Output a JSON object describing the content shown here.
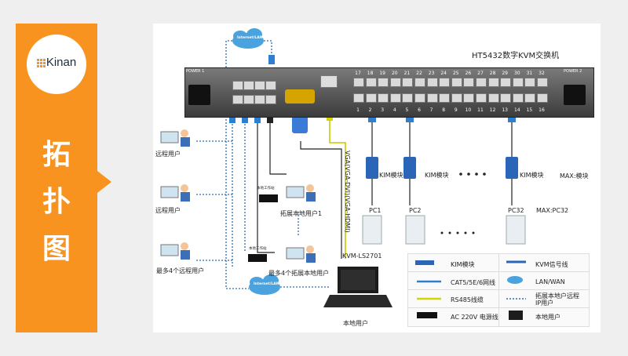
{
  "sidebar": {
    "logo_text": "Kinan",
    "title_chars": [
      "拓",
      "扑",
      "图"
    ],
    "accent": "#f7931e"
  },
  "diagram": {
    "device_title": "HT5432数字KVM交换机",
    "internet_label_top": "Internet/LAN",
    "internet_label_bottom": "Internet/LAN",
    "port_numbers_top": [
      "17",
      "18",
      "19",
      "20",
      "21",
      "22",
      "23",
      "24",
      "25",
      "26",
      "27",
      "28",
      "29",
      "30",
      "31",
      "32"
    ],
    "port_numbers_bottom": [
      "1",
      "2",
      "3",
      "4",
      "5",
      "6",
      "7",
      "8",
      "9",
      "10",
      "11",
      "12",
      "13",
      "14",
      "15",
      "16"
    ],
    "remote_user_1": "远程用户",
    "remote_user_2": "远程用户",
    "remote_user_max": "最多4个远程用户",
    "ext_local_user_1": "拓展本地用户1",
    "ext_local_user_max": "最多4个拓展本地用户",
    "workstation_1": "本地工作站",
    "workstation_2": "本地工作站",
    "vga_label": "VGA(VGA-DVI)(VGA-HDMI)",
    "console_model": "KVM-LS2701",
    "local_user": "本地用户",
    "kim_1": "KIM模块",
    "kim_2": "KIM模块",
    "kim_3": "KIM模块",
    "kim_max": "MAX:模块",
    "pc1": "PC1",
    "pc2": "PC2",
    "pc32": "PC32",
    "pc_max": "MAX:PC32",
    "power1": "POWER 1",
    "power2": "POWER 2"
  },
  "legend": {
    "items": [
      {
        "label": "KIM模块"
      },
      {
        "label": "KVM信号线"
      },
      {
        "label": "CAT5/5E/6网线"
      },
      {
        "label": "LAN/WAN"
      },
      {
        "label": "RS485线缆"
      },
      {
        "label": "拓展本地户远程IP用户"
      },
      {
        "label": "AC 220V 电源线"
      },
      {
        "label": "本地用户"
      }
    ]
  }
}
